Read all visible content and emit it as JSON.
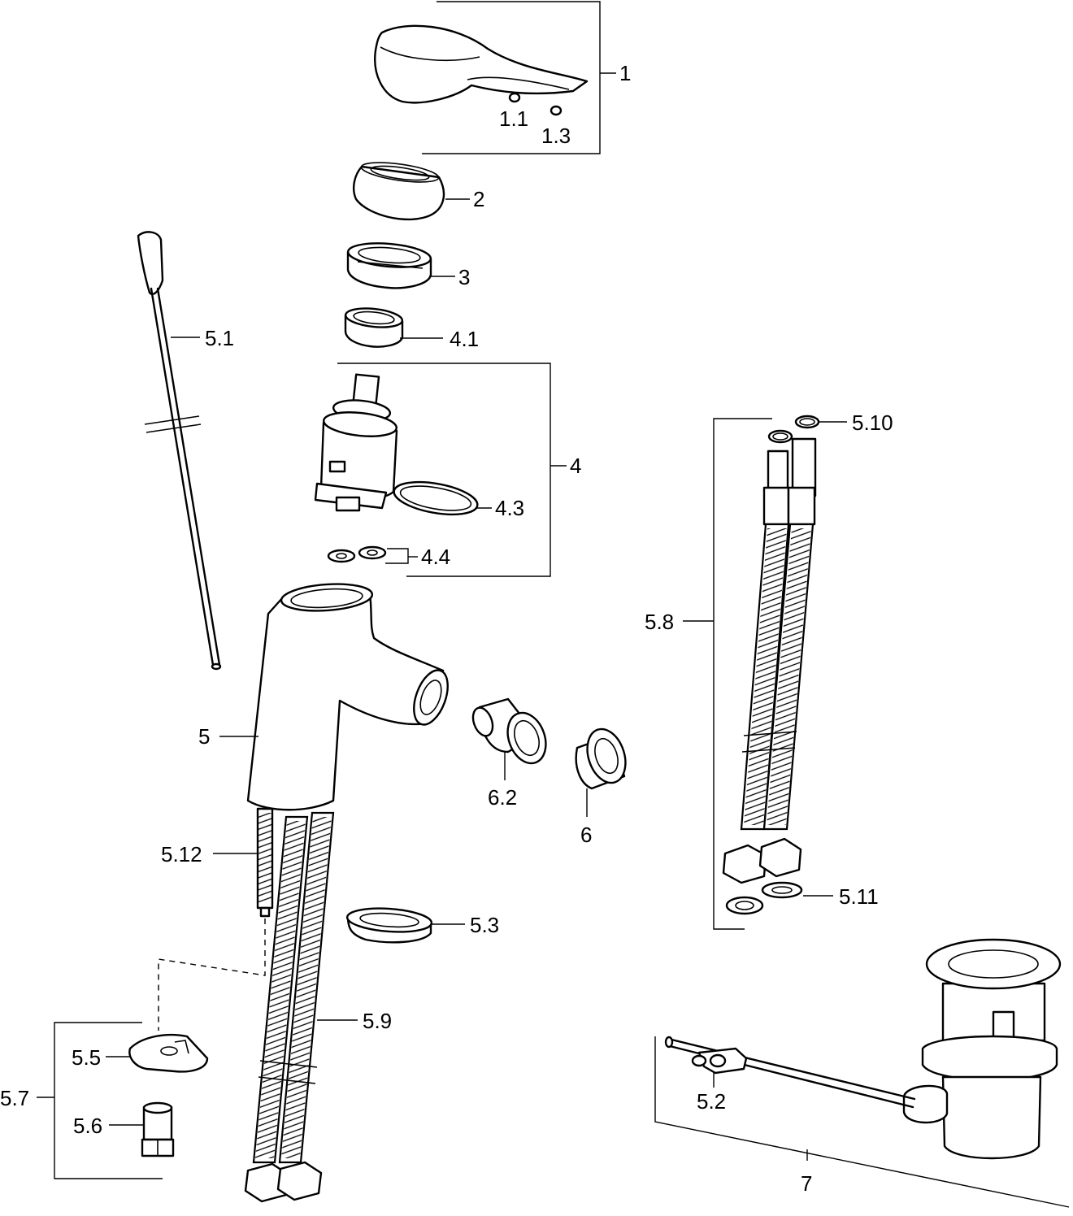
{
  "diagram": {
    "labels": {
      "p1": "1",
      "p1_1": "1.1",
      "p1_3": "1.3",
      "p2": "2",
      "p3": "3",
      "p4": "4",
      "p4_1": "4.1",
      "p4_3": "4.3",
      "p4_4": "4.4",
      "p5": "5",
      "p5_1": "5.1",
      "p5_2": "5.2",
      "p5_3": "5.3",
      "p5_5": "5.5",
      "p5_6": "5.6",
      "p5_7": "5.7",
      "p5_8": "5.8",
      "p5_9": "5.9",
      "p5_10": "5.10",
      "p5_11": "5.11",
      "p5_12": "5.12",
      "p6": "6",
      "p6_2": "6.2",
      "p7": "7"
    }
  }
}
